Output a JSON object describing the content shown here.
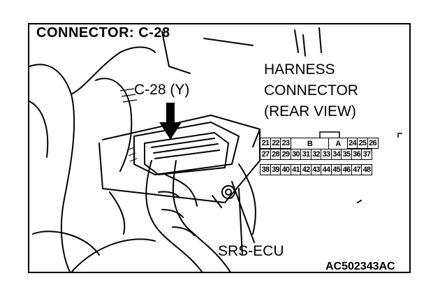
{
  "figure": {
    "title": "CONNECTOR: C-28",
    "connector_callout": "C-28 (Y)",
    "harness_label": [
      "HARNESS",
      "CONNECTOR",
      "(REAR VIEW)"
    ],
    "component_label": "SRS-ECU",
    "figure_code": "AC502343AC"
  },
  "pinout": {
    "row1_left": [
      "21",
      "22",
      "23"
    ],
    "row1_blocks": [
      "B",
      "A"
    ],
    "row1_right": [
      "24",
      "25",
      "26"
    ],
    "row2": [
      "27",
      "28",
      "29",
      "30",
      "31",
      "32",
      "33",
      "34",
      "35",
      "36",
      "37"
    ],
    "row3": [
      "38",
      "39",
      "40",
      "41",
      "42",
      "43",
      "44",
      "45",
      "46",
      "47",
      "48"
    ]
  }
}
